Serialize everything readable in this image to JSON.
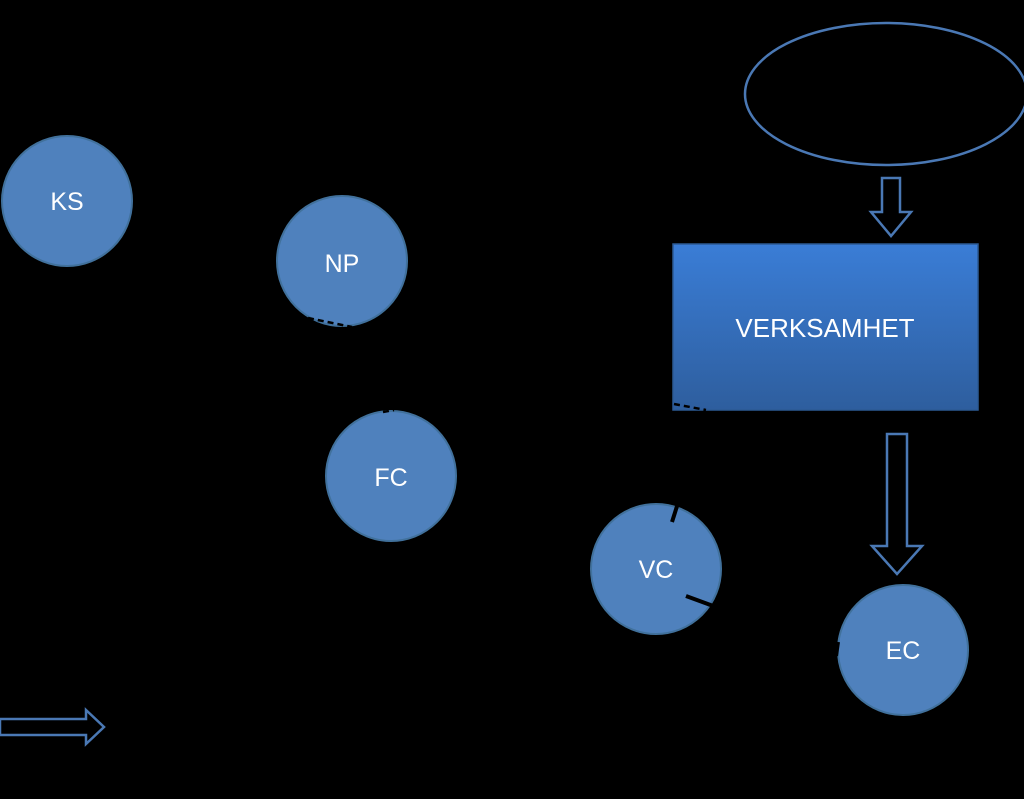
{
  "colors": {
    "background": "#000000",
    "node_fill": "#4f81bd",
    "node_stroke": "#41719c",
    "box_gradient_top": "#3a7dd6",
    "box_gradient_bottom": "#2e5e9e",
    "arrow_outline": "#4a78b4"
  },
  "nodes": {
    "ks": {
      "label": "KS"
    },
    "np": {
      "label": "NP"
    },
    "fc": {
      "label": "FC"
    },
    "vc": {
      "label": "VC"
    },
    "ec": {
      "label": "EC"
    }
  },
  "verksamhet": {
    "label": "VERKSAMHET"
  },
  "input_ellipse": {
    "label": ""
  }
}
